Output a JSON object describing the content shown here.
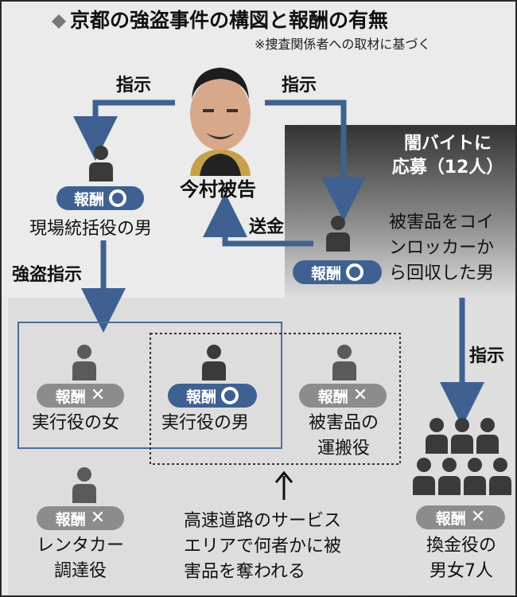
{
  "title": "京都の強盗事件の構図と報酬の有無",
  "source_note": "※捜査関係者への取材に基づく",
  "colors": {
    "navy": "#3f6191",
    "grey_badge": "#8c8c8c",
    "person_dark": "#3a3a3a",
    "person_grey": "#5a5a5a"
  },
  "defendant": {
    "label": "今村被告"
  },
  "yami_box": {
    "text": "闇バイトに\n応募（12人）"
  },
  "reward_label": "報酬",
  "arrows": {
    "shiji_left": "指示",
    "shiji_right": "指示",
    "soukin": "送金",
    "goutou_shiji": "強盗指示",
    "shiji_down": "指示"
  },
  "people": {
    "site_leader": {
      "label": "現場統括役の男",
      "reward": "yes"
    },
    "locker_man": {
      "label": "被害品をコイ\nンロッカーか\nら回収した男",
      "reward": "yes"
    },
    "exec_woman": {
      "label": "実行役の女",
      "reward": "no"
    },
    "exec_man": {
      "label": "実行役の男",
      "reward": "yes"
    },
    "carrier": {
      "label": "被害品の\n運搬役",
      "reward": "no"
    },
    "rental": {
      "label": "レンタカー\n調達役",
      "reward": "no"
    },
    "cashers": {
      "label": "換金役の\n男女7人",
      "reward": "no"
    }
  },
  "note": {
    "text": "高速道路のサービス\nエリアで何者かに被\n害品を奪われる"
  }
}
